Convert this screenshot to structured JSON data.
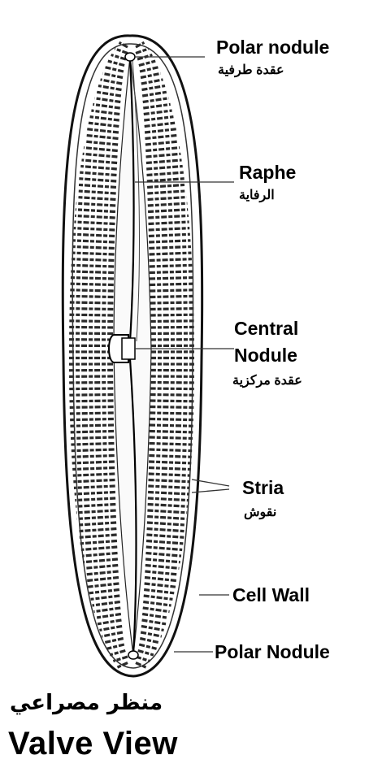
{
  "labels": {
    "polar_nodule_top": {
      "en": "Polar nodule",
      "ar": "عقدة طرفية"
    },
    "raphe": {
      "en": "Raphe",
      "ar": "الرفاية"
    },
    "central_nodule": {
      "en_line1": "Central",
      "en_line2": "Nodule",
      "ar": "عقدة مركزية"
    },
    "stria": {
      "en": "Stria",
      "ar": "نقوش"
    },
    "cell_wall": {
      "en": "Cell Wall"
    },
    "polar_nodule_bottom": {
      "en": "Polar Nodule"
    }
  },
  "caption": {
    "ar": "منظر مصراعي",
    "en": "Valve View"
  }
}
